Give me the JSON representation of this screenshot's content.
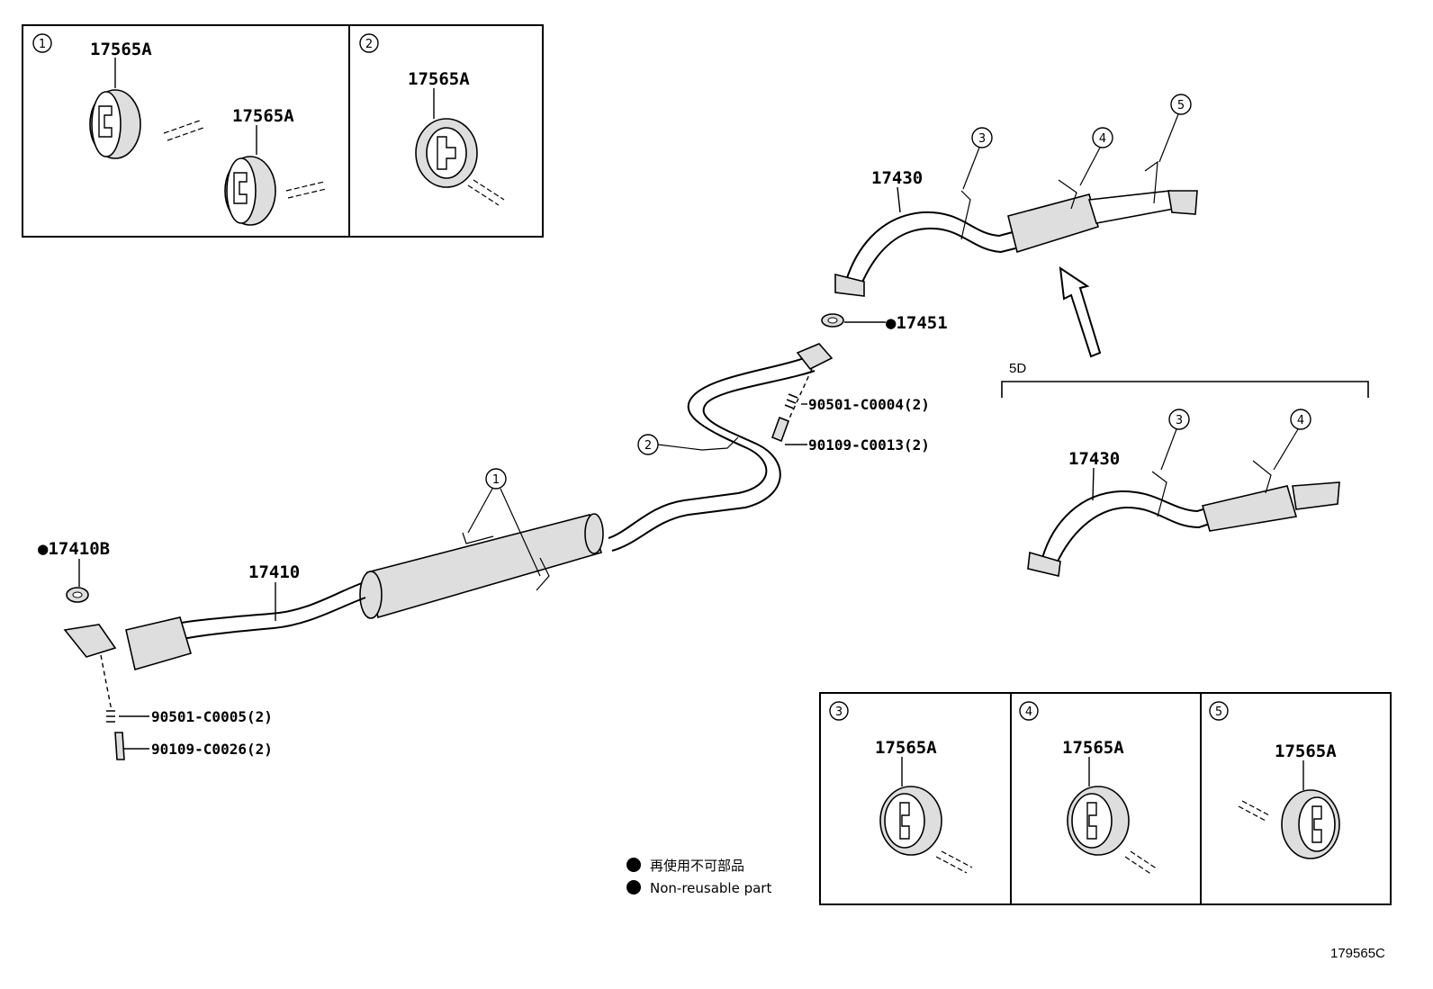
{
  "detail_boxes": {
    "box1": {
      "index": "1",
      "labels": [
        "17565A",
        "17565A"
      ]
    },
    "box2": {
      "index": "2",
      "labels": [
        "17565A"
      ]
    },
    "box3": {
      "index": "3",
      "labels": [
        "17565A"
      ]
    },
    "box4": {
      "index": "4",
      "labels": [
        "17565A"
      ]
    },
    "box5": {
      "index": "5",
      "labels": [
        "17565A"
      ]
    }
  },
  "parts": {
    "tail_pipe_main": "17430",
    "tail_pipe_5d": "17430",
    "gasket_rear": "●17451",
    "gasket_front": "●17410B",
    "front_pipe": "17410",
    "spring_rear": "90501-C0004(2)",
    "bolt_rear": "90109-C0013(2)",
    "spring_front": "90501-C0005(2)",
    "bolt_front": "90109-C0026(2)"
  },
  "callouts": {
    "c1": "1",
    "c2": "2",
    "c3_main": "3",
    "c4_main": "4",
    "c5_main": "5",
    "c3_5d": "3",
    "c4_5d": "4"
  },
  "variant_label": "5D",
  "legend": {
    "jp": "再使用不可部品",
    "en": "Non-reusable part"
  },
  "figure_code": "179565C"
}
